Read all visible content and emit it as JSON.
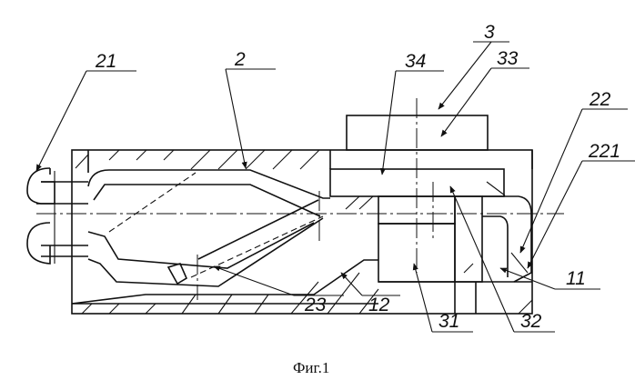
{
  "figure": {
    "caption": "Фиг.1",
    "labels": {
      "l21": "21",
      "l2": "2",
      "l34": "34",
      "l3": "3",
      "l33": "33",
      "l22": "22",
      "l221": "221",
      "l23": "23",
      "l12": "12",
      "l31": "31",
      "l32": "32",
      "l11": "11"
    }
  }
}
